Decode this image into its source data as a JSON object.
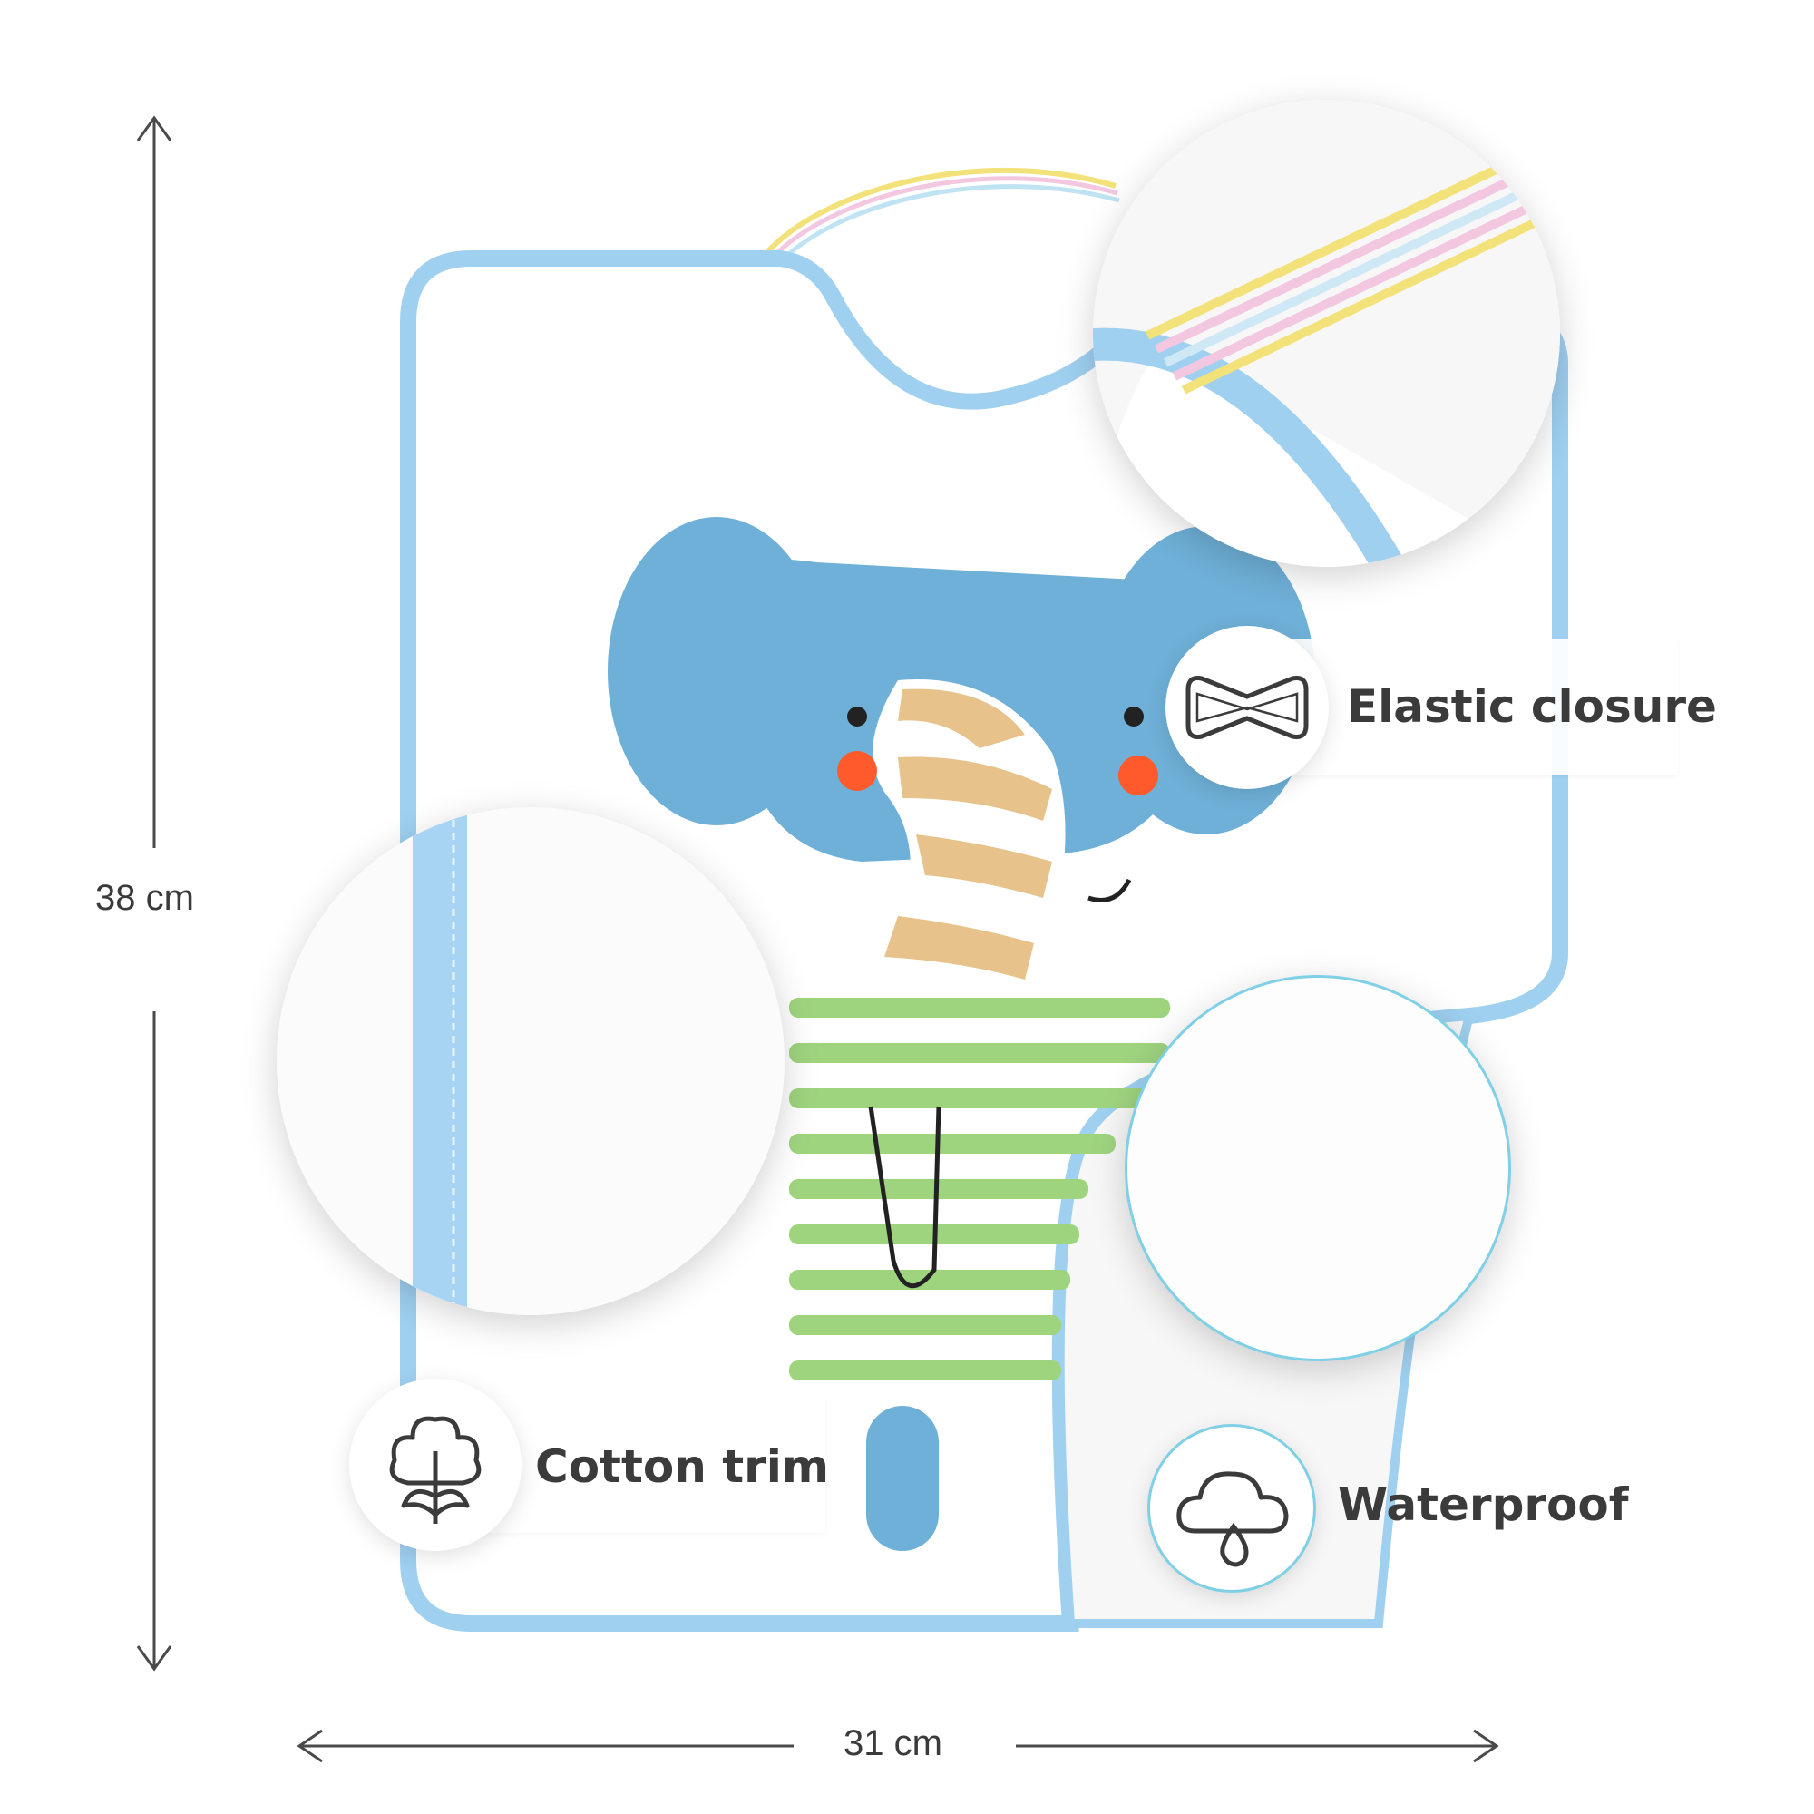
{
  "dimensions": {
    "height_label": "38 cm",
    "width_label": "31 cm"
  },
  "features": {
    "elastic": {
      "label": "Elastic closure",
      "icon": "elastic-band-icon"
    },
    "cotton": {
      "label": "Cotton trim",
      "icon": "cotton-flower-icon"
    },
    "waterproof": {
      "label": "Waterproof",
      "icon": "cloud-drop-icon"
    }
  },
  "colors": {
    "trim_blue": "#9fd0f0",
    "elephant_blue": "#6fb0d8",
    "stripe_tan": "#e7c28a",
    "stripe_green": "#9fd47f",
    "cheek_red": "#ff5a2c",
    "waterproof_ring": "#7fd0e6",
    "text_dark": "#3b3b3b"
  }
}
